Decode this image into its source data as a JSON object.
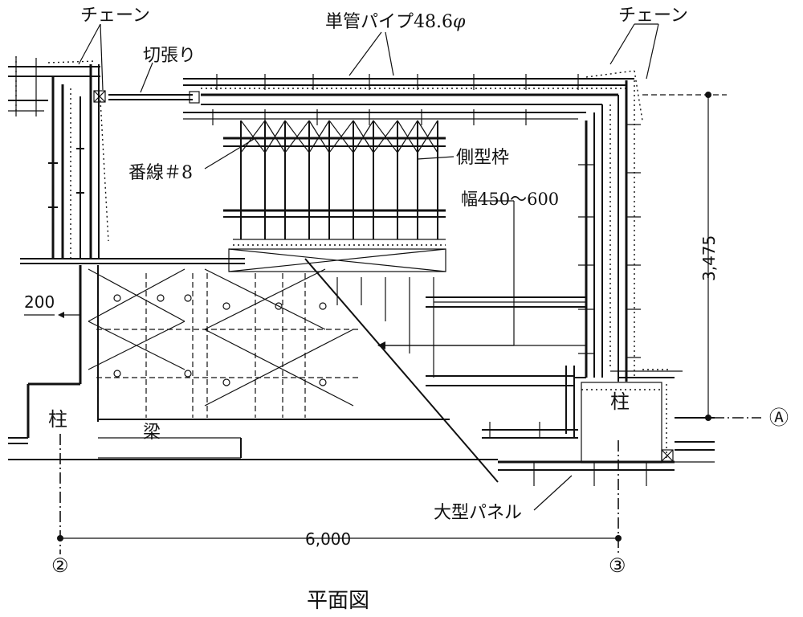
{
  "labels": {
    "chain_left": "チェーン",
    "chain_right": "チェーン",
    "pipe": "単管パイプ48.6",
    "pipe_phi": "φ",
    "kiribari": "切張り",
    "wire": "番線＃8",
    "side_form": "側型枠",
    "width": "幅450～600",
    "column_left": "柱",
    "column_right": "柱",
    "beam": "梁",
    "large_panel": "大型パネル",
    "title": "平面図"
  },
  "dimensions": {
    "offset": "200",
    "height": "3,475",
    "span": "6,000"
  },
  "grid": {
    "col_2": "②",
    "col_3": "③",
    "row_a": "Ⓐ"
  }
}
